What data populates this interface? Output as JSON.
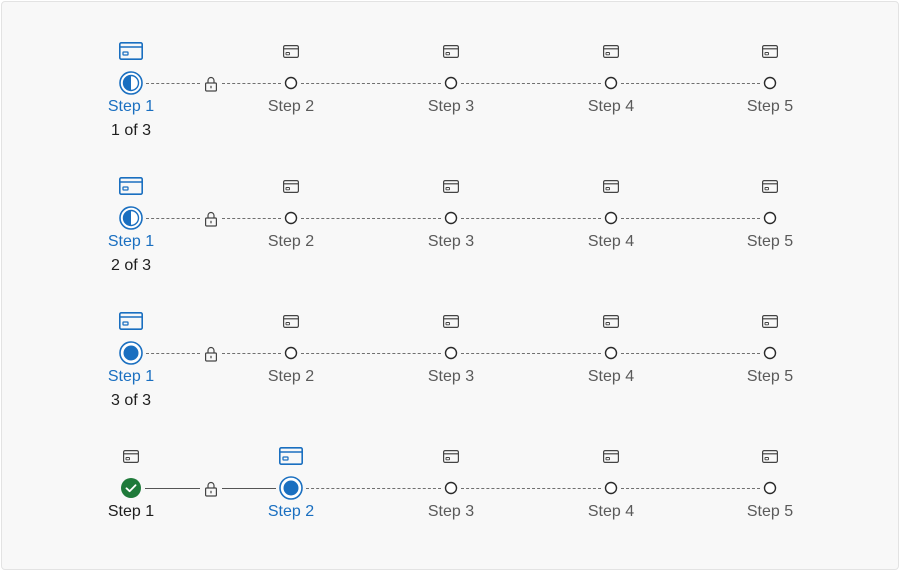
{
  "colors": {
    "accent": "#1a6fc0",
    "success": "#1f7a3a",
    "text_primary": "#1e1e1e",
    "text_secondary": "#5a5a5a",
    "line": "#707070"
  },
  "steppers": [
    {
      "progress_text": "1 of 3",
      "active_fill": 0.5,
      "steps": [
        {
          "label": "Step 1",
          "state": "active",
          "icon": "card-icon"
        },
        {
          "label": "Step 2",
          "state": "pending",
          "icon": "card-icon"
        },
        {
          "label": "Step 3",
          "state": "pending",
          "icon": "card-icon"
        },
        {
          "label": "Step 4",
          "state": "pending",
          "icon": "card-icon"
        },
        {
          "label": "Step 5",
          "state": "pending",
          "icon": "card-icon"
        }
      ],
      "lock_after_step": 1
    },
    {
      "progress_text": "2 of 3",
      "active_fill": 0.5,
      "steps": [
        {
          "label": "Step 1",
          "state": "active",
          "icon": "card-icon"
        },
        {
          "label": "Step 2",
          "state": "pending",
          "icon": "card-icon"
        },
        {
          "label": "Step 3",
          "state": "pending",
          "icon": "card-icon"
        },
        {
          "label": "Step 4",
          "state": "pending",
          "icon": "card-icon"
        },
        {
          "label": "Step 5",
          "state": "pending",
          "icon": "card-icon"
        }
      ],
      "lock_after_step": 1
    },
    {
      "progress_text": "3 of 3",
      "active_fill": 1,
      "steps": [
        {
          "label": "Step 1",
          "state": "active",
          "icon": "card-icon"
        },
        {
          "label": "Step 2",
          "state": "pending",
          "icon": "card-icon"
        },
        {
          "label": "Step 3",
          "state": "pending",
          "icon": "card-icon"
        },
        {
          "label": "Step 4",
          "state": "pending",
          "icon": "card-icon"
        },
        {
          "label": "Step 5",
          "state": "pending",
          "icon": "card-icon"
        }
      ],
      "lock_after_step": 1
    },
    {
      "progress_text": "",
      "active_fill": 1,
      "steps": [
        {
          "label": "Step 1",
          "state": "done",
          "icon": "card-icon"
        },
        {
          "label": "Step 2",
          "state": "active",
          "icon": "card-icon"
        },
        {
          "label": "Step 3",
          "state": "pending",
          "icon": "card-icon"
        },
        {
          "label": "Step 4",
          "state": "pending",
          "icon": "card-icon"
        },
        {
          "label": "Step 5",
          "state": "pending",
          "icon": "card-icon"
        }
      ],
      "lock_after_step": 1
    }
  ]
}
